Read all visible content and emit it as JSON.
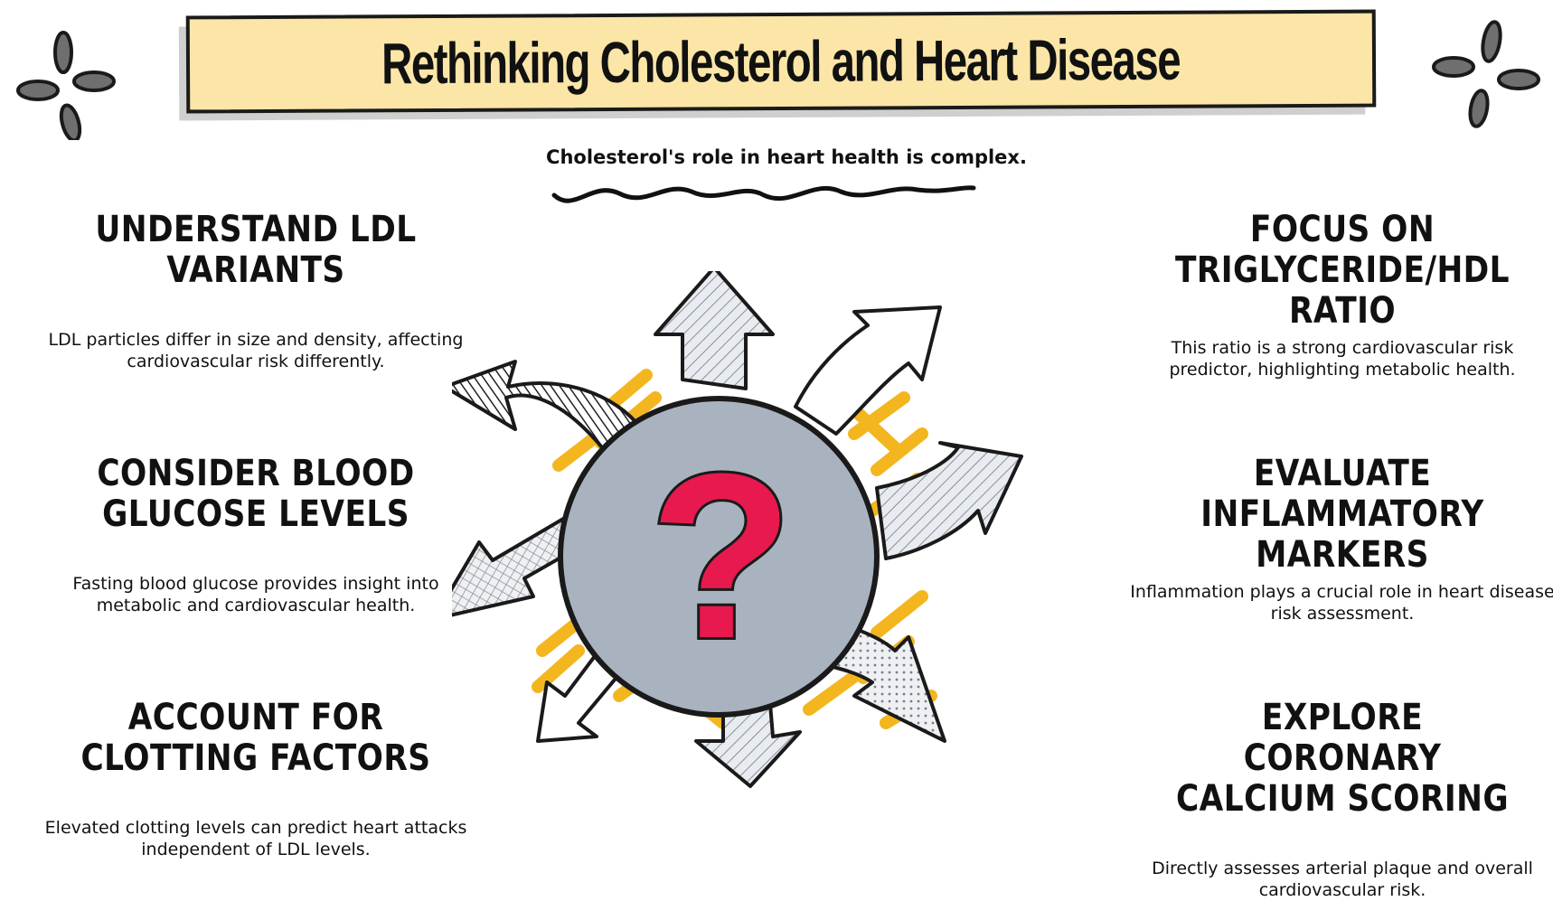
{
  "title": "Rethinking Cholesterol and Heart Disease",
  "subtitle": "Cholesterol's role in heart health is complex.",
  "center": {
    "symbol": "?"
  },
  "left": [
    {
      "heading": "Understand LDL Variants",
      "text": "LDL particles differ in size and density, affecting cardiovascular risk differently."
    },
    {
      "heading": "Consider Blood Glucose Levels",
      "text": "Fasting blood glucose provides insight into metabolic and cardiovascular health."
    },
    {
      "heading": "Account for Clotting Factors",
      "text": "Elevated clotting levels can predict heart attacks independent of LDL levels."
    }
  ],
  "right": [
    {
      "heading": "Focus on Triglyceride/HDL Ratio",
      "text": "This ratio is a strong cardiovascular risk predictor, highlighting metabolic health."
    },
    {
      "heading": "Evaluate Inflammatory Markers",
      "text": "Inflammation plays a crucial role in heart disease risk assessment."
    },
    {
      "heading": "Explore Coronary Calcium Scoring",
      "text": "Directly assesses arterial plaque and overall cardiovascular risk."
    }
  ],
  "colors": {
    "banner": "#fbe6a8",
    "circle": "#a9b3bf",
    "question": "#e8194e",
    "accent": "#f3b61f"
  }
}
